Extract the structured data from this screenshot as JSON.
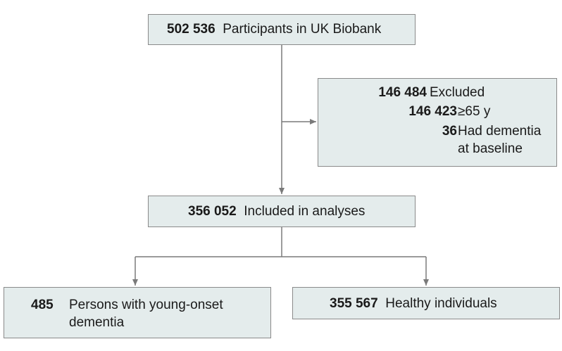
{
  "flow": {
    "total": {
      "count": "502 536",
      "label": "Participants in UK Biobank"
    },
    "excluded": {
      "count": "146 484",
      "label": "Excluded",
      "reasons": [
        {
          "count": "146 423",
          "label": "≥65 y"
        },
        {
          "count": "36",
          "label_line1": "Had dementia",
          "label_line2": "at baseline"
        }
      ]
    },
    "included": {
      "count": "356 052",
      "label": "Included in analyses"
    },
    "young_onset": {
      "count": "485",
      "label_line1": "Persons with young-onset",
      "label_line2": "dementia"
    },
    "healthy": {
      "count": "355 567",
      "label": "Healthy individuals"
    }
  },
  "colors": {
    "box_fill": "#e4ecec",
    "box_border": "#8a8a8a",
    "connector": "#7a7a7a"
  }
}
